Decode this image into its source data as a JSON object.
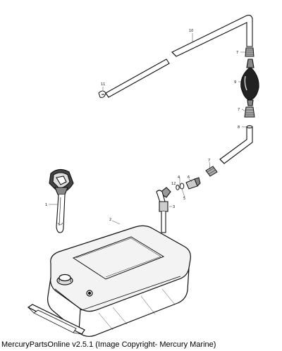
{
  "callouts": {
    "c1": "1",
    "c2": "2",
    "c3": "3",
    "c4": "4",
    "c5": "5",
    "c6": "6",
    "c7a": "7",
    "c7b": "7",
    "c7c": "7",
    "c8": "8",
    "c9": "9",
    "c10": "10",
    "c11": "11",
    "c12": "12"
  },
  "footer": "MercuryPartsOnline v2.5.1 (Image Copyright- Mercury Marine)"
}
